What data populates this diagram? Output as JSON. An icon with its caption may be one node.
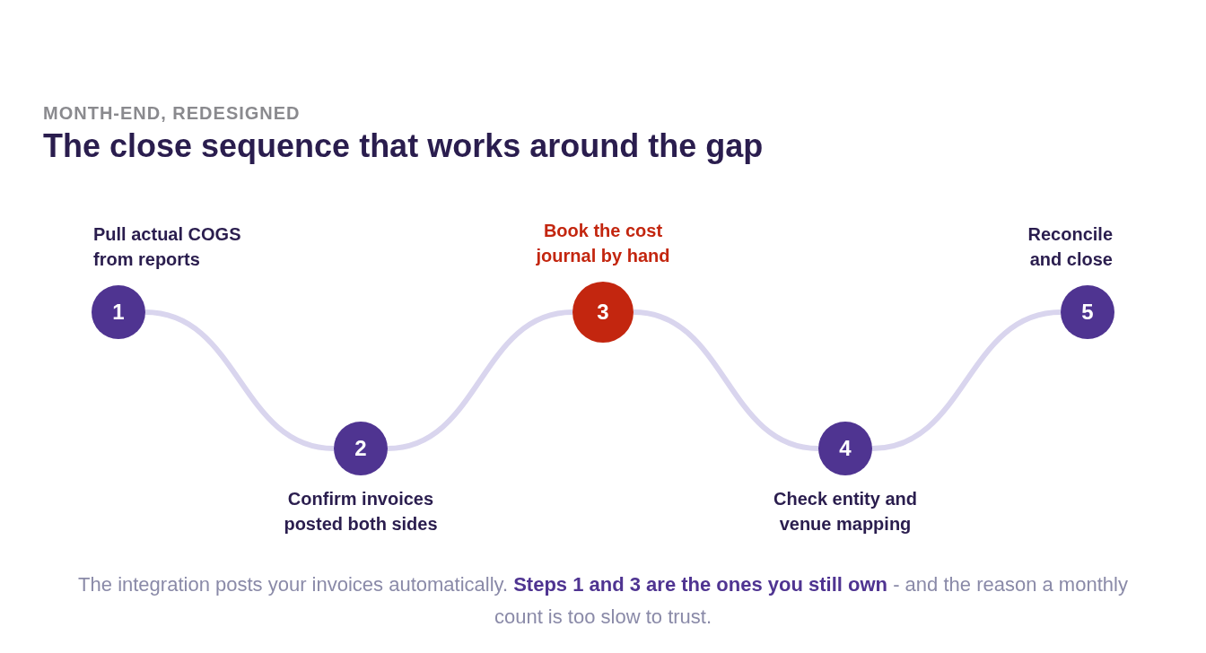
{
  "diagram": {
    "title": "The close sequence that works around the gap",
    "caption": "The integration posts your invoices automatically. **Steps 1 and 3 are the ones you still own** - and the reason a monthly count is too slow to trust.",
    "nodes": [
      {
        "text": [
          "1"
        ],
        "beside": [
          "Pull actual COGS from reports"
        ]
      },
      {
        "text": [
          "2"
        ],
        "beside": [
          "Confirm invoices posted both sides"
        ]
      },
      {
        "text": [
          "3"
        ],
        "beside": [
          "Book the cost journal by hand"
        ]
      },
      {
        "text": [
          "4"
        ],
        "beside": [
          "Check entity and venue mapping"
        ]
      },
      {
        "text": [
          "5"
        ],
        "beside": [
          "Reconcile and close"
        ]
      }
    ],
    "edges": [
      {
        "from": 0,
        "to": 1,
        "arrow": "none",
        "color": "#d9d5ee"
      },
      {
        "from": 1,
        "to": 2,
        "arrow": "none",
        "color": "#d9d5ee"
      },
      {
        "from": 2,
        "to": 3,
        "arrow": "none",
        "color": "#d9d5ee"
      },
      {
        "from": 3,
        "to": 4,
        "arrow": "none",
        "color": "#d9d5ee"
      }
    ],
    "labels": [
      "MONTH-END, REDESIGNED"
    ]
  }
}
